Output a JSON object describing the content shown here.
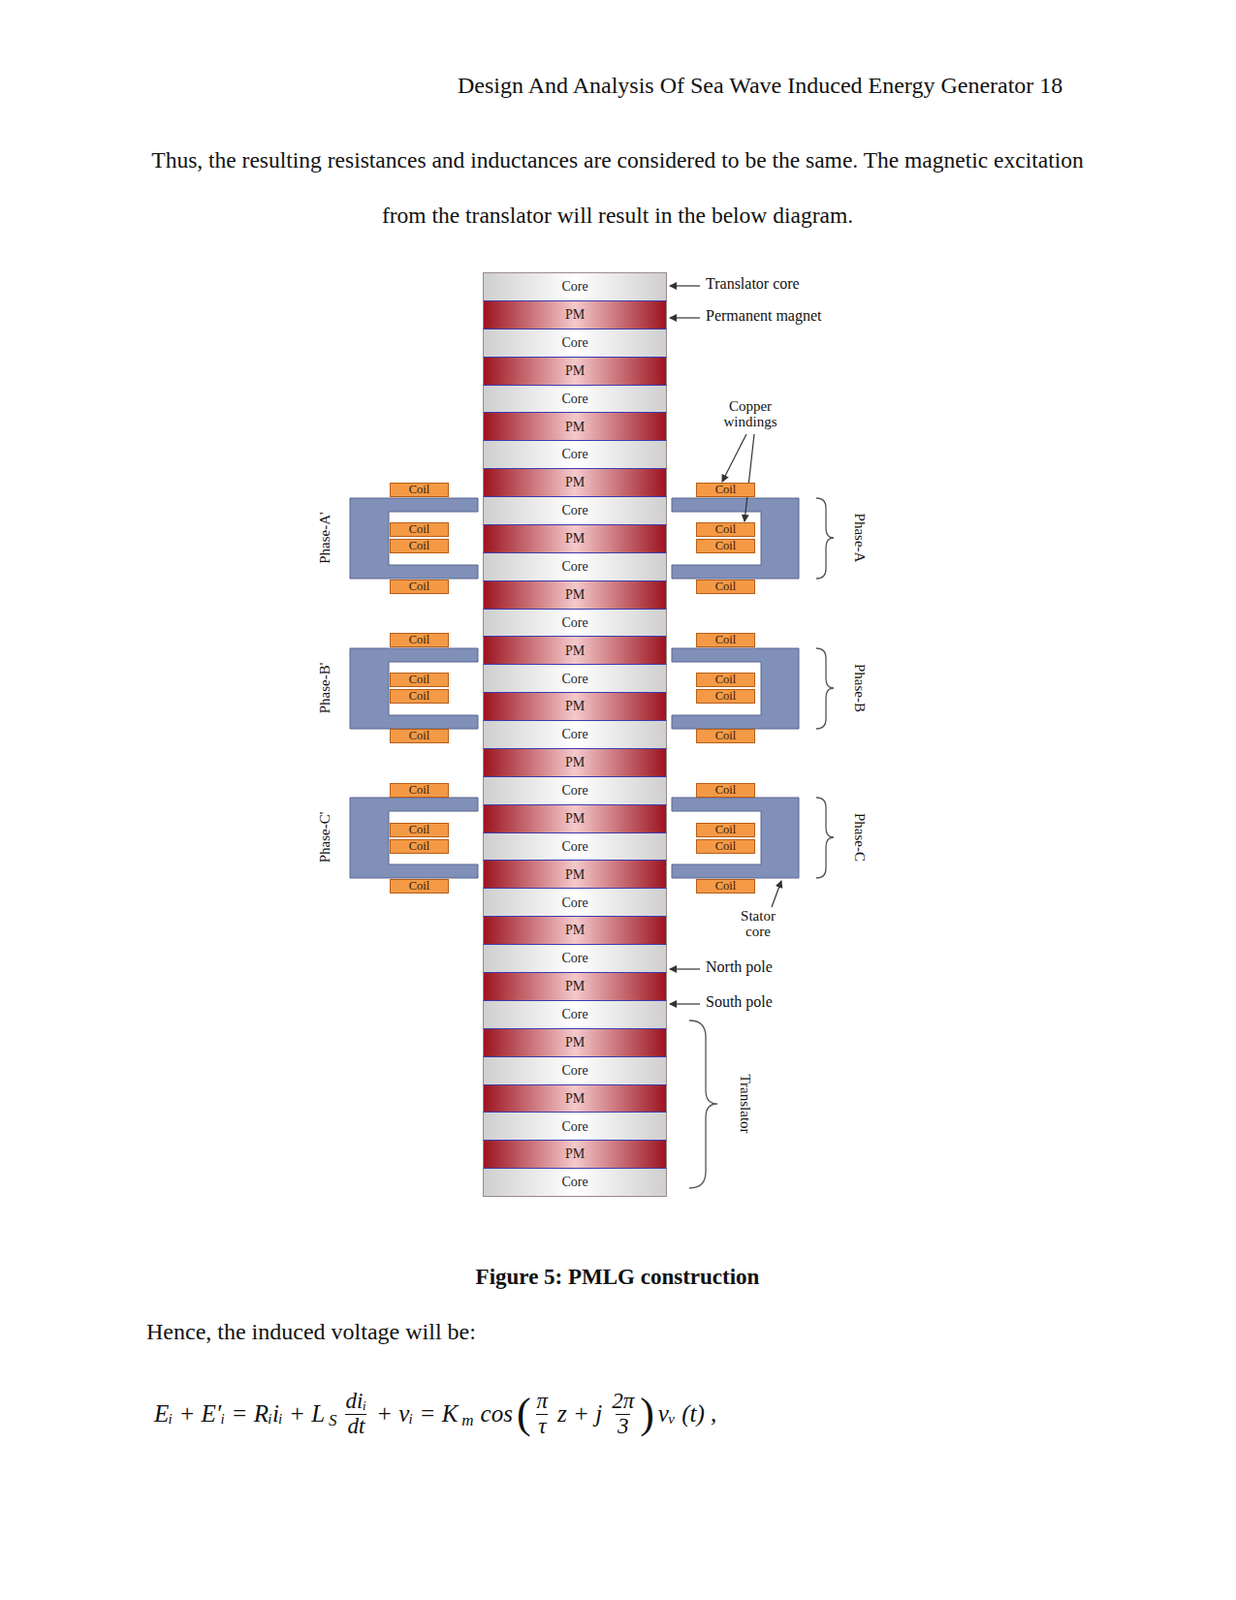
{
  "diagram": {
    "caption": "Figure 5: PMLG construction",
    "nodes": [
      {
        "text": [
          "Core"
        ]
      },
      {
        "text": [
          "PM"
        ]
      },
      {
        "text": [
          "Core"
        ]
      },
      {
        "text": [
          "PM"
        ]
      },
      {
        "text": [
          "Core"
        ]
      },
      {
        "text": [
          "PM"
        ]
      },
      {
        "text": [
          "Core"
        ]
      },
      {
        "text": [
          "PM"
        ]
      },
      {
        "text": [
          "Core"
        ]
      },
      {
        "text": [
          "PM"
        ]
      },
      {
        "text": [
          "Core"
        ]
      },
      {
        "text": [
          "PM"
        ]
      },
      {
        "text": [
          "Core"
        ]
      },
      {
        "text": [
          "PM"
        ]
      },
      {
        "text": [
          "Core"
        ]
      },
      {
        "text": [
          "PM"
        ]
      },
      {
        "text": [
          "Core"
        ]
      },
      {
        "text": [
          "PM"
        ]
      },
      {
        "text": [
          "Core"
        ]
      },
      {
        "text": [
          "PM"
        ]
      },
      {
        "text": [
          "Core"
        ]
      },
      {
        "text": [
          "PM"
        ]
      },
      {
        "text": [
          "Core"
        ]
      },
      {
        "text": [
          "PM"
        ]
      },
      {
        "text": [
          "Core"
        ]
      },
      {
        "text": [
          "PM"
        ]
      },
      {
        "text": [
          "Core"
        ]
      },
      {
        "text": [
          "PM"
        ]
      },
      {
        "text": [
          "Core"
        ]
      },
      {
        "text": [
          "PM"
        ]
      },
      {
        "text": [
          "Core"
        ]
      },
      {
        "text": [
          "PM"
        ]
      },
      {
        "text": [
          "Core"
        ]
      },
      {
        "text": [
          "Coil"
        ]
      },
      {
        "text": [
          "Coil"
        ]
      },
      {
        "text": [
          "Coil"
        ]
      },
      {
        "text": [
          "Coil"
        ]
      },
      {
        "text": [
          "Coil"
        ]
      },
      {
        "text": [
          "Coil"
        ]
      },
      {
        "text": [
          "Coil"
        ]
      },
      {
        "text": [
          "Coil"
        ]
      },
      {
        "text": [
          "Coil"
        ]
      },
      {
        "text": [
          "Coil"
        ]
      },
      {
        "text": [
          "Coil"
        ]
      },
      {
        "text": [
          "Coil"
        ]
      },
      {
        "text": [
          "Coil"
        ]
      },
      {
        "text": [
          "Coil"
        ]
      },
      {
        "text": [
          "Coil"
        ]
      },
      {
        "text": [
          "Coil"
        ]
      },
      {
        "text": [
          "Coil"
        ]
      },
      {
        "text": [
          "Coil"
        ]
      },
      {
        "text": [
          "Coil"
        ]
      },
      {
        "text": [
          "Coil"
        ]
      },
      {
        "text": [
          "Coil"
        ]
      },
      {
        "text": [
          "Coil"
        ]
      },
      {
        "text": [
          "Coil"
        ]
      },
      {
        "text": [
          "Coil"
        ]
      }
    ],
    "labels": [
      "Design And Analysis Of Sea Wave Induced Energy Generator 18",
      "Thus, the resulting resistances and inductances are considered to be the same.  The magnetic excitation from the translator will result in the below diagram.",
      "Translator core",
      "Permanent magnet",
      "Copper windings",
      "Phase-A'",
      "Phase-A",
      "Phase-B'",
      "Phase-B",
      "Phase-C'",
      "Phase-C",
      "Stator core",
      "North pole",
      "South pole",
      "Translator",
      "Hence, the induced voltage will be:",
      "Eᵢ + E′ᵢ = Rᵢiᵢ + L",
      "S",
      "diᵢ",
      "dt",
      "+ vᵢ = K",
      "m",
      "cos",
      "(",
      "π",
      "τ",
      "z + j",
      "2π",
      "3",
      ")",
      "vᵥ (t) ,"
    ]
  }
}
